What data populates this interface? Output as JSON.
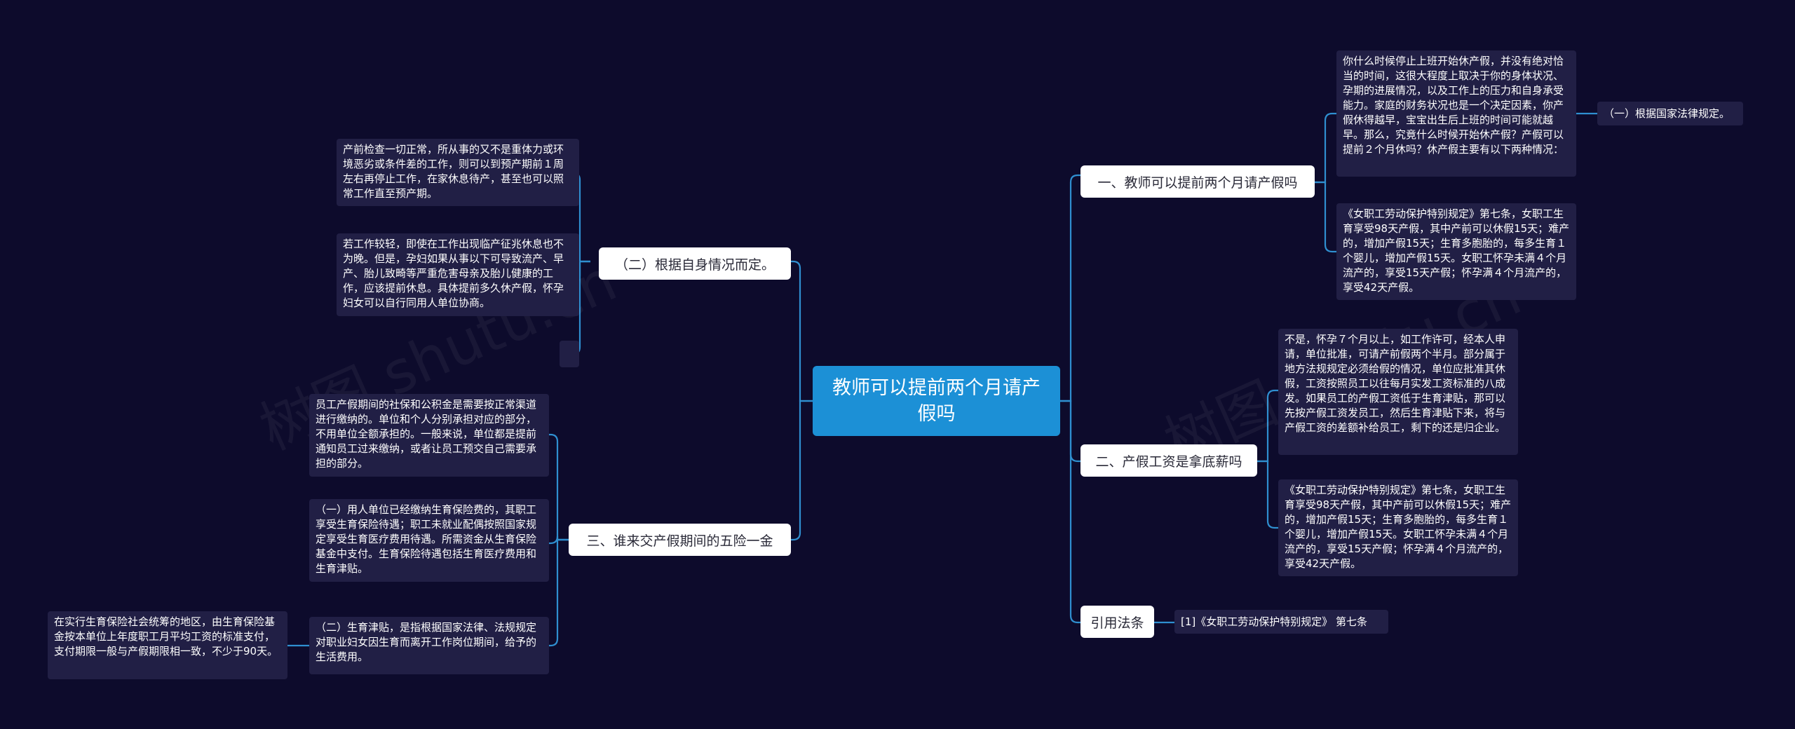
{
  "root": {
    "title": "教师可以提前两个月请产假吗"
  },
  "branches": [
    {
      "label": "一、教师可以提前两个月请产假吗",
      "children": [
        "你什么时候停止上班开始休产假，并没有绝对恰当的时间，这很大程度上取决于你的身体状况、孕期的进展情况，以及工作上的压力和自身承受能力。家庭的财务状况也是一个决定因素，你产假休得越早，宝宝出生后上班的时间可能就越早。那么，究竟什么时候开始休产假？产假可以提前２个月休吗？休产假主要有以下两种情况：",
        "《女职工劳动保护特别规定》第七条，女职工生育享受98天产假，其中产前可以休假15天；难产的，增加产假15天；生育多胞胎的，每多生育１个婴儿，增加产假15天。女职工怀孕未满４个月流产的，享受15天产假；怀孕满４个月流产的，享受42天产假。"
      ],
      "sub": "（一）根据国家法律规定。"
    },
    {
      "label": "二、产假工资是拿底薪吗",
      "children": [
        "不是，怀孕７个月以上，如工作许可，经本人申请，单位批准，可请产前假两个半月。部分属于地方法规规定必须给假的情况，单位应批准其休假，工资按照员工以往每月实发工资标准的八成发。如果员工的产假工资低于生育津贴，那可以先按产假工资发员工，然后生育津贴下来，将与产假工资的差额补给员工，剩下的还是归企业。",
        "《女职工劳动保护特别规定》第七条，女职工生育享受98天产假，其中产前可以休假15天；难产的，增加产假15天；生育多胞胎的，每多生育１个婴儿，增加产假15天。女职工怀孕未满４个月流产的，享受15天产假；怀孕满４个月流产的，享受42天产假。"
      ]
    },
    {
      "label": "引用法条",
      "children": [
        "[1]《女职工劳动保护特别规定》 第七条"
      ]
    },
    {
      "label": "（二）根据自身情况而定。",
      "children": [
        "产前检查一切正常，所从事的又不是重体力或环境恶劣或条件差的工作，则可以到预产期前１周左右再停止工作，在家休息待产，甚至也可以照常工作直至预产期。",
        "若工作较轻，即使在工作出现临产征兆休息也不为晚。但是，孕妇如果从事以下可导致流产、早产、胎儿致畸等严重危害母亲及胎儿健康的工作，应该提前休息。具体提前多久休产假，怀孕妇女可以自行同用人单位协商。"
      ]
    },
    {
      "label": "三、谁来交产假期间的五险一金",
      "children": [
        "员工产假期间的社保和公积金是需要按正常渠道进行缴纳的。单位和个人分别承担对应的部分，不用单位全额承担的。一般来说，单位都是提前通知员工过来缴纳，或者让员工预交自己需要承担的部分。",
        "（一）用人单位已经缴纳生育保险费的，其职工享受生育保险待遇；职工未就业配偶按照国家规定享受生育医疗费用待遇。所需资金从生育保险基金中支付。生育保险待遇包括生育医疗费用和生育津贴。",
        "（二）生育津贴，是指根据国家法律、法规规定对职业妇女因生育而离开工作岗位期间，给予的生活费用。"
      ],
      "sub": "在实行生育保险社会统筹的地区，由生育保险基金按本单位上年度职工月平均工资的标准支付，支付期限一般与产假期限相一致，不少于90天。"
    }
  ],
  "colors": {
    "background": "#0d0b2c",
    "root": "#1c90d6",
    "branch": "#ffffff",
    "leaf": "#211f45",
    "link": "#2f8fd0"
  }
}
